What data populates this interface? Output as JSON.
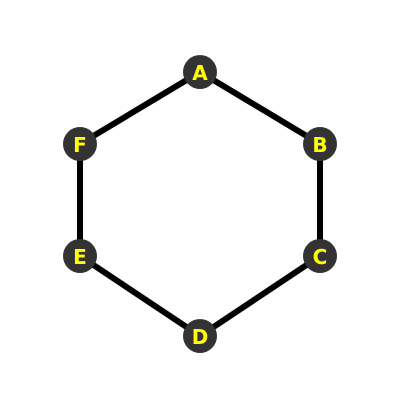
{
  "colors": {
    "background": "#ffffff",
    "edge": "#000000",
    "node_fill": "#333333",
    "node_label": "#ffff00"
  },
  "nodes": [
    {
      "id": "A",
      "label": "A"
    },
    {
      "id": "B",
      "label": "B"
    },
    {
      "id": "C",
      "label": "C"
    },
    {
      "id": "D",
      "label": "D"
    },
    {
      "id": "E",
      "label": "E"
    },
    {
      "id": "F",
      "label": "F"
    }
  ],
  "edges": [
    {
      "from": "A",
      "to": "B"
    },
    {
      "from": "B",
      "to": "C"
    },
    {
      "from": "C",
      "to": "D"
    },
    {
      "from": "D",
      "to": "E"
    },
    {
      "from": "E",
      "to": "F"
    },
    {
      "from": "F",
      "to": "A"
    }
  ]
}
